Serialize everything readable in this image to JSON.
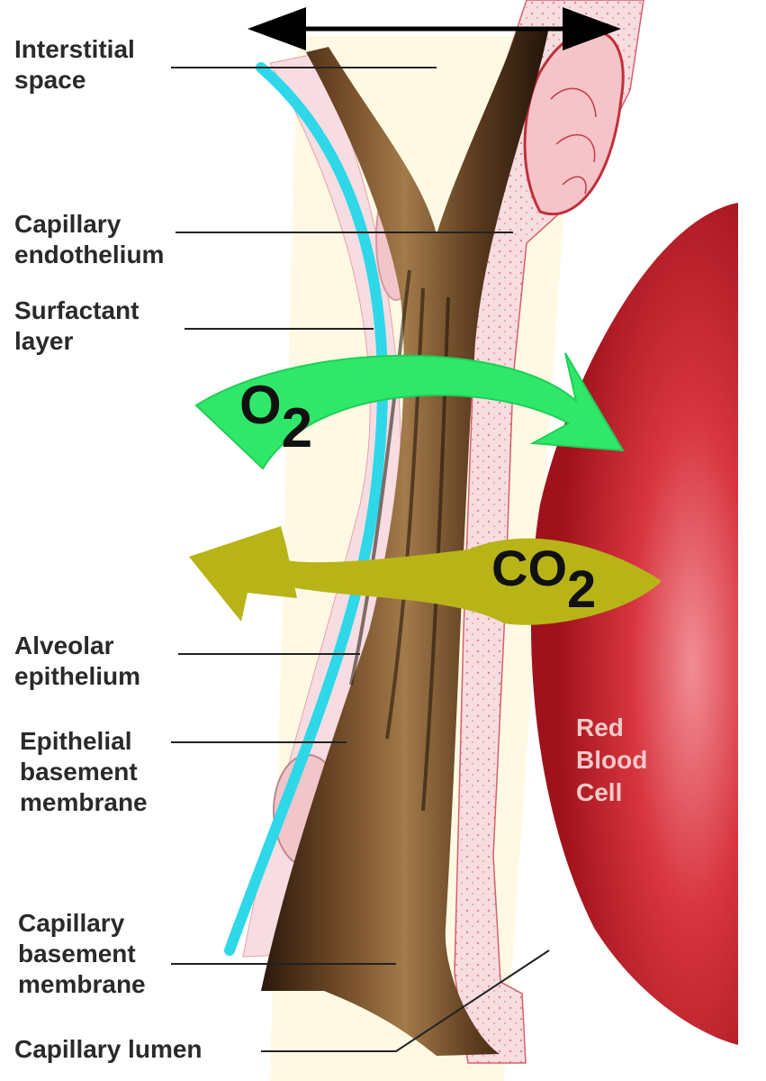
{
  "labels": {
    "interstitial": [
      "Interstitial",
      "space"
    ],
    "capillary_endothelium": [
      "Capillary",
      "endothelium"
    ],
    "surfactant": [
      "Surfactant",
      "layer"
    ],
    "alveolar_epithelium": [
      "Alveolar",
      "epithelium"
    ],
    "epithelial_basement": [
      "Epithelial",
      "basement",
      "membrane"
    ],
    "capillary_basement": [
      "Capillary",
      "basement",
      "membrane"
    ],
    "capillary_lumen": "Capillary lumen"
  },
  "red_blood_cell": [
    "Red",
    "Blood",
    "Cell"
  ],
  "gases": {
    "o2": {
      "symbol": "O",
      "subscript": "2"
    },
    "co2": {
      "symbol": "CO",
      "subscript": "2"
    }
  },
  "colors": {
    "o2_arrow": "#2fe86a",
    "co2_arrow": "#b8b418",
    "surfactant": "#2ed8e8",
    "red_blood_cell": "#d21c2c",
    "membrane_dark": "#3a2414",
    "tissue_pink": "#f6d8dc"
  }
}
